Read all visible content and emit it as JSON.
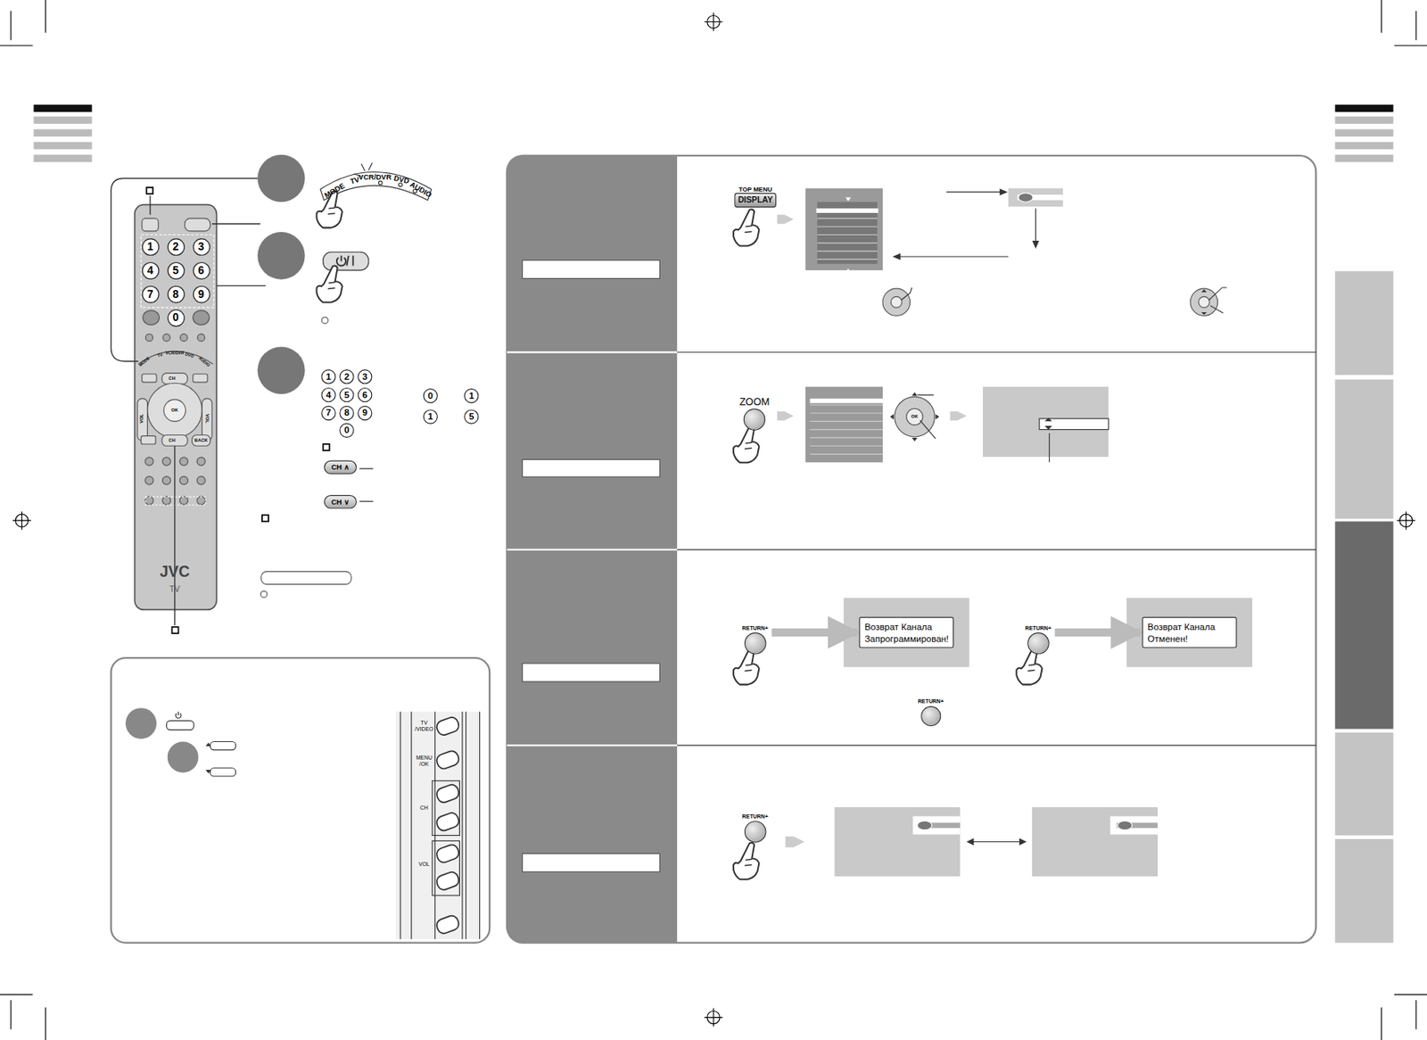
{
  "diagram": {
    "nodes": [
      {
        "text": [
          "TOP MENU",
          "DISPLAY"
        ]
      },
      {
        "text": [
          "ZOOM"
        ]
      },
      {
        "text": [
          "RETURN+"
        ]
      },
      {
        "text": [
          "Возврат Канала Запрограммирован!"
        ]
      },
      {
        "text": [
          "RETURN+"
        ]
      },
      {
        "text": [
          "Возврат Канала Отменен!"
        ]
      },
      {
        "text": [
          "RETURN+"
        ]
      },
      {
        "text": [
          "RETURN+"
        ]
      },
      {
        "text": [
          "1"
        ]
      },
      {
        "text": [
          "2"
        ]
      },
      {
        "text": [
          "3"
        ]
      },
      {
        "text": [
          "4"
        ]
      },
      {
        "text": [
          "5"
        ]
      },
      {
        "text": [
          "6"
        ]
      },
      {
        "text": [
          "7"
        ]
      },
      {
        "text": [
          "8"
        ]
      },
      {
        "text": [
          "9"
        ]
      },
      {
        "text": [
          "0"
        ]
      },
      {
        "text": [
          "1"
        ]
      },
      {
        "text": [
          "2"
        ]
      },
      {
        "text": [
          "3"
        ]
      },
      {
        "text": [
          "4"
        ]
      },
      {
        "text": [
          "5"
        ]
      },
      {
        "text": [
          "6"
        ]
      },
      {
        "text": [
          "7"
        ]
      },
      {
        "text": [
          "8"
        ]
      },
      {
        "text": [
          "9"
        ]
      },
      {
        "text": [
          "0"
        ]
      },
      {
        "text": [
          "0"
        ]
      },
      {
        "text": [
          "1"
        ]
      },
      {
        "text": [
          "1"
        ]
      },
      {
        "text": [
          "5"
        ]
      },
      {
        "text": [
          "CH ∧"
        ]
      },
      {
        "text": [
          "CH ∨"
        ]
      }
    ],
    "edges": [
      {
        "from": 2,
        "to": 3,
        "arrow": "to"
      },
      {
        "from": 4,
        "to": 5,
        "arrow": "to"
      }
    ],
    "labels": [
      "MODE",
      "TV",
      "VCR/DVR",
      "DVD",
      "AUDIO",
      "CH",
      "OK",
      "VOL",
      "VOL",
      "BACK",
      "CH",
      "JVC",
      "TV",
      "MODE",
      "TV",
      "VCR/DVR",
      "DVD",
      "AUDIO",
      "TV /VIDEO",
      "MENU /OK",
      "CH",
      "VOL",
      "OK"
    ]
  }
}
